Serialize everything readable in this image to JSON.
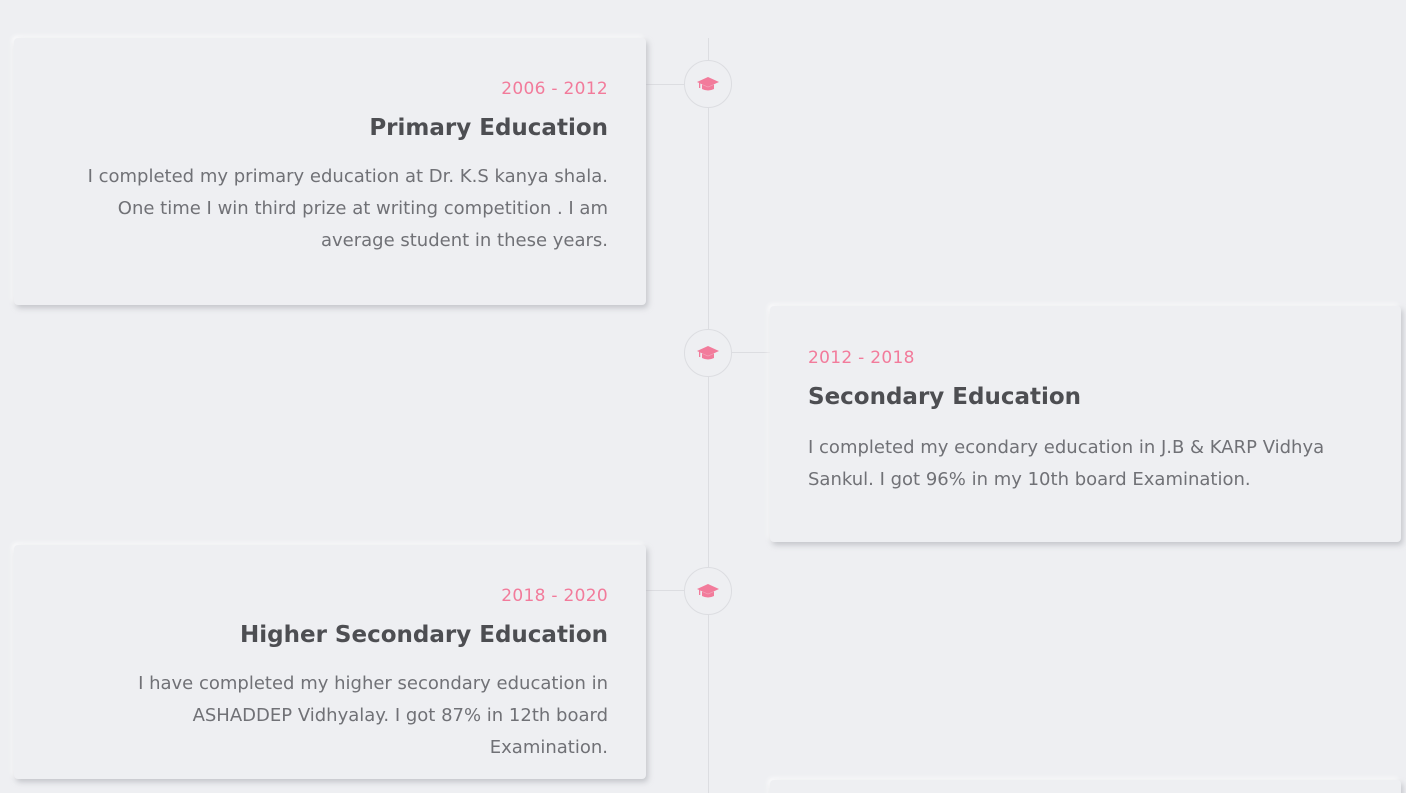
{
  "colors": {
    "background": "#eeeff2",
    "accent": "#f27b9b",
    "title_text": "#4d4e52",
    "body_text": "#707176",
    "line": "#dcdde1"
  },
  "timeline": {
    "items": [
      {
        "icon": "graduation-cap-icon",
        "date": "2006 - 2012",
        "title": "Primary Education",
        "description": "I completed my primary education at Dr. K.S kanya shala. One time I win third prize at writing competition . I am average student in these years."
      },
      {
        "icon": "graduation-cap-icon",
        "date": "2012 - 2018",
        "title": "Secondary Education",
        "description": "I completed my econdary education in J.B & KARP Vidhya Sankul. I got 96% in my 10th board Examination."
      },
      {
        "icon": "graduation-cap-icon",
        "date": "2018 - 2020",
        "title": "Higher Secondary Education",
        "description": "I have completed my higher secondary education in ASHADDEP Vidhyalay. I got 87% in 12th board Examination."
      }
    ]
  }
}
